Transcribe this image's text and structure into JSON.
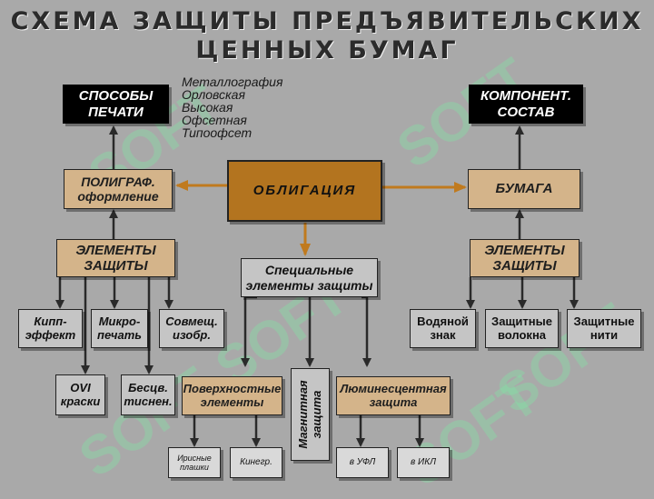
{
  "title": {
    "line1": "СХЕМА ЗАЩИТЫ ПРЕДЪЯВИТЕЛЬСКИХ",
    "line2": "ЦЕННЫХ БУМАГ"
  },
  "nodes": {
    "center": "ОБЛИГАЦИЯ",
    "print_methods": "СПОСОБЫ ПЕЧАТИ",
    "component": "КОМПОНЕНТ. СОСТАВ",
    "polygraph": "ПОЛИГРАФ. оформление",
    "paper": "БУМАГА",
    "elements_left": "ЭЛЕМЕНТЫ ЗАЩИТЫ",
    "elements_right": "ЭЛЕМЕНТЫ ЗАЩИТЫ",
    "special": "Специальные элементы защиты",
    "kipp": "Кипп-эффект",
    "micro": "Микро-печать",
    "combined": "Совмещ. изобр.",
    "ovi": "OVI краски",
    "embossing": "Бесцв. тиснен.",
    "surface": "Поверхностные элементы",
    "magnetic": "Магнитная защита",
    "luminescent": "Люминесцентная защита",
    "watermark": "Водяной знак",
    "fibers": "Защитные волокна",
    "threads": "Защитные нити",
    "iris": "Ирисные плашки",
    "kinegram": "Кинегр.",
    "uv": "в УФЛ",
    "ir": "в ИКЛ"
  },
  "print_methods_list": [
    "Металлография",
    "Орловская",
    "Высокая",
    "Офсетная",
    "Типоофсет"
  ],
  "watermark_text": "SOFT",
  "colors": {
    "background": "#a9a9a9",
    "tan": "#d4b48a",
    "brown": "#b3741f",
    "gray_box": "#c5c5c5",
    "orange_arrow": "#c07a1e",
    "dark_arrow": "#2a2a2a",
    "watermark": "#7fe8a5"
  }
}
